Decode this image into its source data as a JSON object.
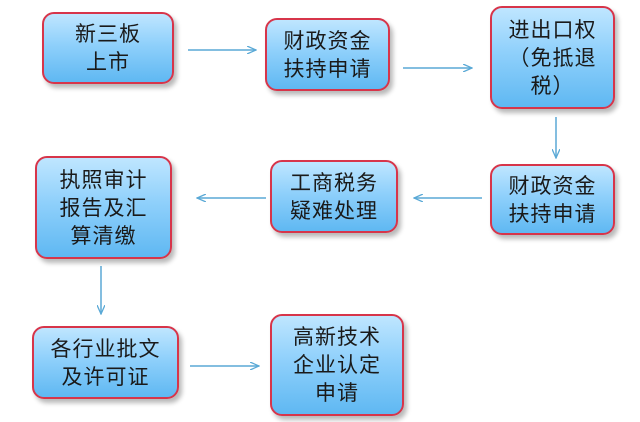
{
  "nodes": [
    {
      "id": "n1",
      "label": "新三板\n上市"
    },
    {
      "id": "n2",
      "label": "财政资金\n扶持申请"
    },
    {
      "id": "n3",
      "label": "进出口权\n（免抵退\n税）"
    },
    {
      "id": "n4",
      "label": "财政资金\n扶持申请"
    },
    {
      "id": "n5",
      "label": "工商税务\n疑难处理"
    },
    {
      "id": "n6",
      "label": "执照审计\n报告及汇\n算清缴"
    },
    {
      "id": "n7",
      "label": "各行业批文\n及许可证"
    },
    {
      "id": "n8",
      "label": "高新技术\n企业认定\n申请"
    }
  ],
  "edges": [
    {
      "from": "n1",
      "to": "n2"
    },
    {
      "from": "n2",
      "to": "n3"
    },
    {
      "from": "n3",
      "to": "n4"
    },
    {
      "from": "n4",
      "to": "n5"
    },
    {
      "from": "n5",
      "to": "n6"
    },
    {
      "from": "n6",
      "to": "n7"
    },
    {
      "from": "n7",
      "to": "n8"
    }
  ],
  "colors": {
    "node_border": "#d7354a",
    "node_fill": "#8fd0fb",
    "arrow": "#5aa9d6"
  }
}
